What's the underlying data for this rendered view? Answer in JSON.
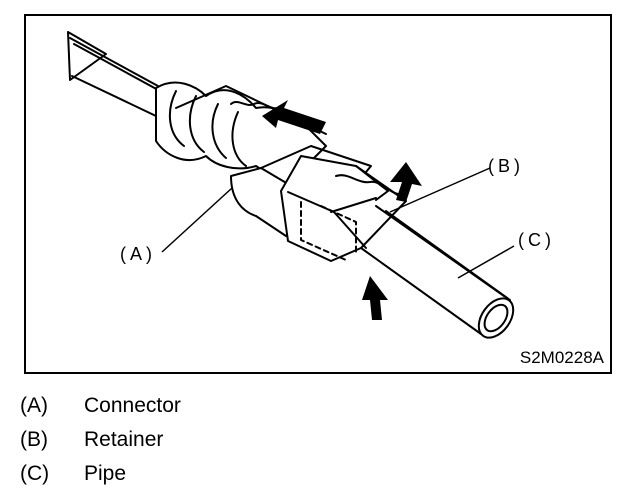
{
  "diagram": {
    "callouts": {
      "a": "(A)",
      "b": "(B)",
      "c": "(C)"
    },
    "figure_code": "S2M0228A"
  },
  "legend": [
    {
      "key": "(A)",
      "label": "Connector"
    },
    {
      "key": "(B)",
      "label": "Retainer"
    },
    {
      "key": "(C)",
      "label": "Pipe"
    }
  ]
}
